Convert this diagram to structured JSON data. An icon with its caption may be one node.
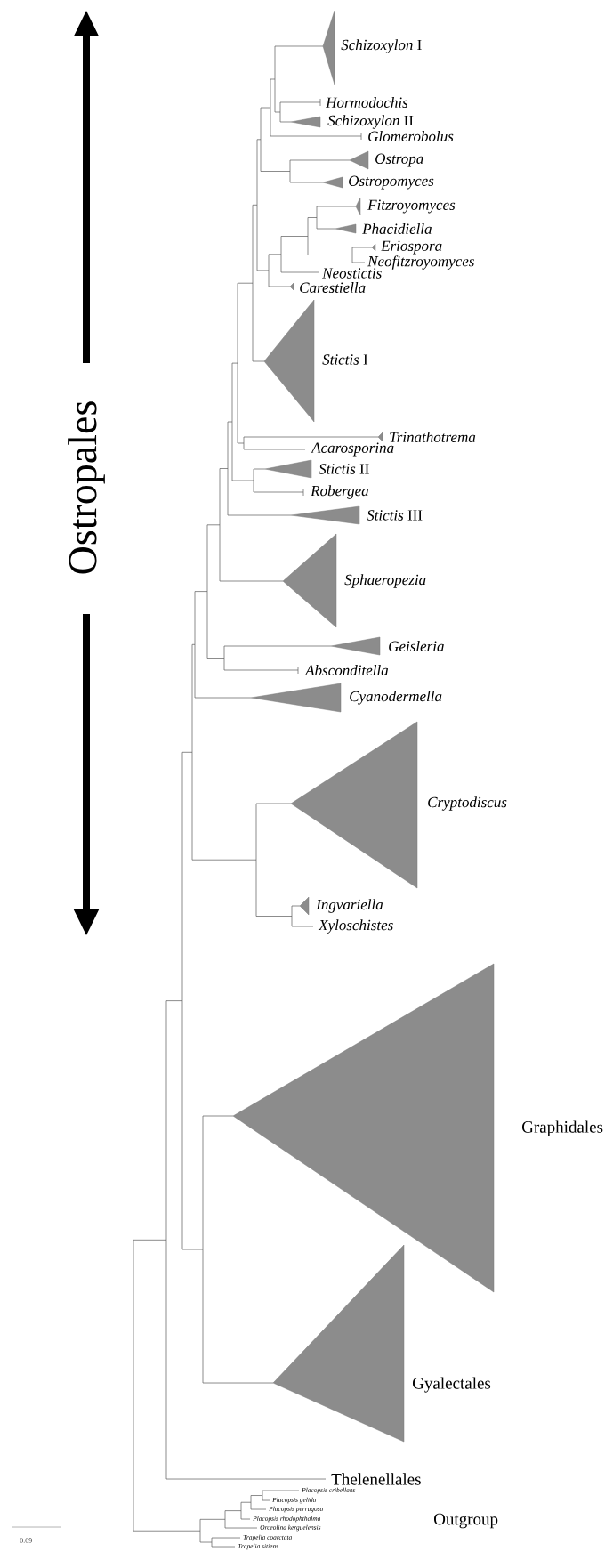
{
  "diagram": {
    "labels": [
      "Ostropales",
      "*Schizoxylon* I",
      "Hormodochis",
      "*Schizoxylon* II",
      "Glomerobolus",
      "Ostropa",
      "Ostropomyces",
      "Fitzroyomyces",
      "Phacidiella",
      "Eriospora",
      "Neofitzroyomyces",
      "Neostictis",
      "Carestiella",
      "*Stictis* I",
      "Trinathotrema",
      "Acarosporina",
      "*Stictis* II",
      "Robergea",
      "*Stictis* III",
      "Sphaeropezia",
      "Geisleria",
      "Absconditella",
      "Cyanodermella",
      "Cryptodiscus",
      "Ingvariella",
      "Xyloschistes",
      "Graphidales",
      "Gyalectales",
      "Thelenellales",
      "Placopsis cribellans",
      "Placopsis gelida",
      "Placopsis perrugosa",
      "Placopsis rhodophthalma",
      "Orceolina kerguelensis",
      "Trapelia coarctata",
      "Trapelia sitiens",
      "Outgroup",
      "0.09"
    ]
  }
}
